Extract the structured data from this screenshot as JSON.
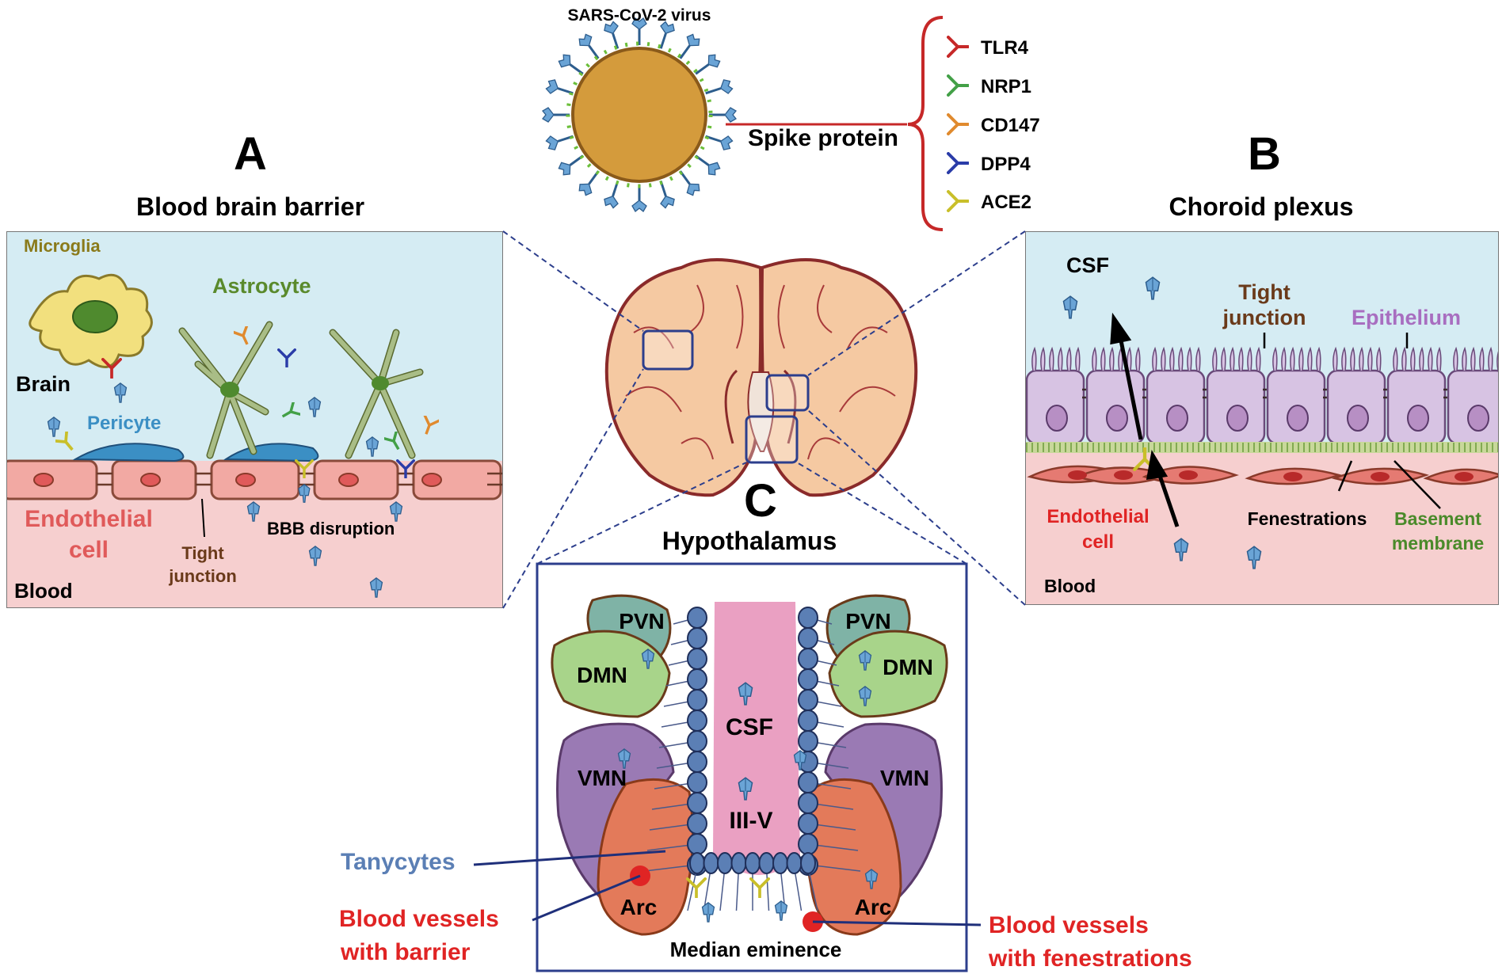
{
  "virus": {
    "title": "SARS-CoV-2 virus",
    "spike_label": "Spike protein",
    "receptors": [
      {
        "name": "TLR4",
        "color": "#c62828"
      },
      {
        "name": "NRP1",
        "color": "#43a047"
      },
      {
        "name": "CD147",
        "color": "#e08a2e"
      },
      {
        "name": "DPP4",
        "color": "#2a3ca8"
      },
      {
        "name": "ACE2",
        "color": "#c9bf2a"
      }
    ]
  },
  "panel_a": {
    "letter": "A",
    "title": "Blood brain barrier",
    "labels": {
      "microglia": "Microglia",
      "astrocyte": "Astrocyte",
      "brain": "Brain",
      "pericyte": "Pericyte",
      "endothelial_1": "Endothelial",
      "endothelial_2": "cell",
      "tight_1": "Tight",
      "tight_2": "junction",
      "disruption": "BBB disruption",
      "blood": "Blood"
    }
  },
  "panel_b": {
    "letter": "B",
    "title": "Choroid plexus",
    "labels": {
      "csf": "CSF",
      "tight_1": "Tight",
      "tight_2": "junction",
      "epithelium": "Epithelium",
      "endothelial_1": "Endothelial",
      "endothelial_2": "cell",
      "fenestrations": "Fenestrations",
      "basement_1": "Basement",
      "basement_2": "membrane",
      "blood": "Blood"
    }
  },
  "panel_c": {
    "letter": "C",
    "title": "Hypothalamus",
    "labels": {
      "pvn_left": "PVN",
      "pvn_right": "PVN",
      "dmn_left": "DMN",
      "dmn_right": "DMN",
      "vmn_left": "VMN",
      "vmn_right": "VMN",
      "arc_left": "Arc",
      "arc_right": "Arc",
      "csf": "CSF",
      "third_ventricle": "III-V",
      "median_eminence": "Median eminence"
    },
    "callouts": {
      "tanycytes": "Tanycytes",
      "barrier_1": "Blood vessels",
      "barrier_2": "with barrier",
      "fenestrations_1": "Blood vessels",
      "fenestrations_2": "with fenestrations"
    }
  },
  "colors": {
    "brain_bg": "#d5ecf3",
    "blood_bg": "#f6cfcf",
    "endothelial_red": "#e05a5a",
    "astrocyte_green": "#5a8a2c",
    "pericyte_blue": "#3b8fc4",
    "epithelium_purple": "#b78fc4",
    "basement_green": "#4a8a2a",
    "callout_red": "#e02424",
    "tanycyte_blue": "#5b7fb5",
    "frame_blue": "#2c3e8c"
  }
}
